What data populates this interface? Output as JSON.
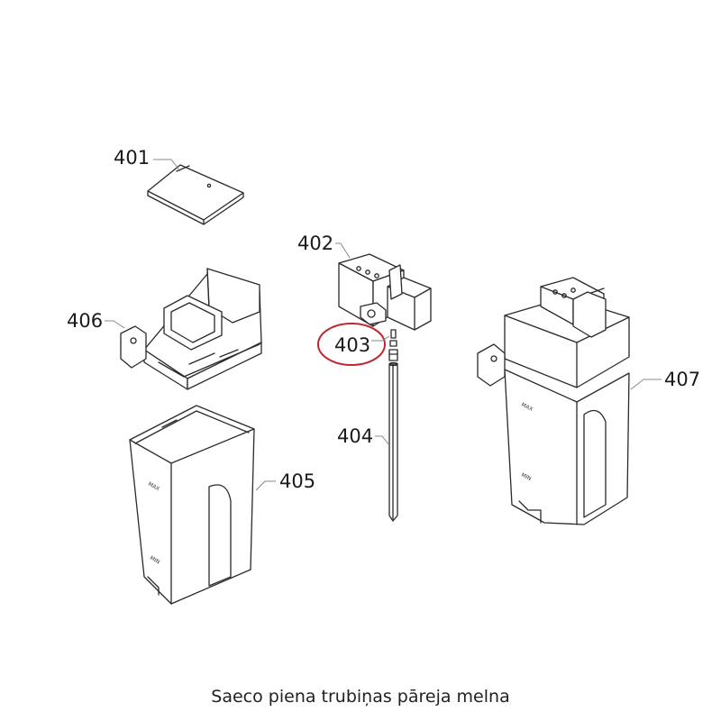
{
  "parts": [
    {
      "id": "401",
      "label": "401"
    },
    {
      "id": "402",
      "label": "402"
    },
    {
      "id": "403",
      "label": "403"
    },
    {
      "id": "404",
      "label": "404"
    },
    {
      "id": "405",
      "label": "405"
    },
    {
      "id": "406",
      "label": "406"
    },
    {
      "id": "407",
      "label": "407"
    }
  ],
  "highlight": {
    "part": "403",
    "color": "#c0262d"
  },
  "caption": "Saeco piena trubiņas pāreja melna",
  "level_marks": {
    "max": "MAX",
    "min": "MIN"
  }
}
